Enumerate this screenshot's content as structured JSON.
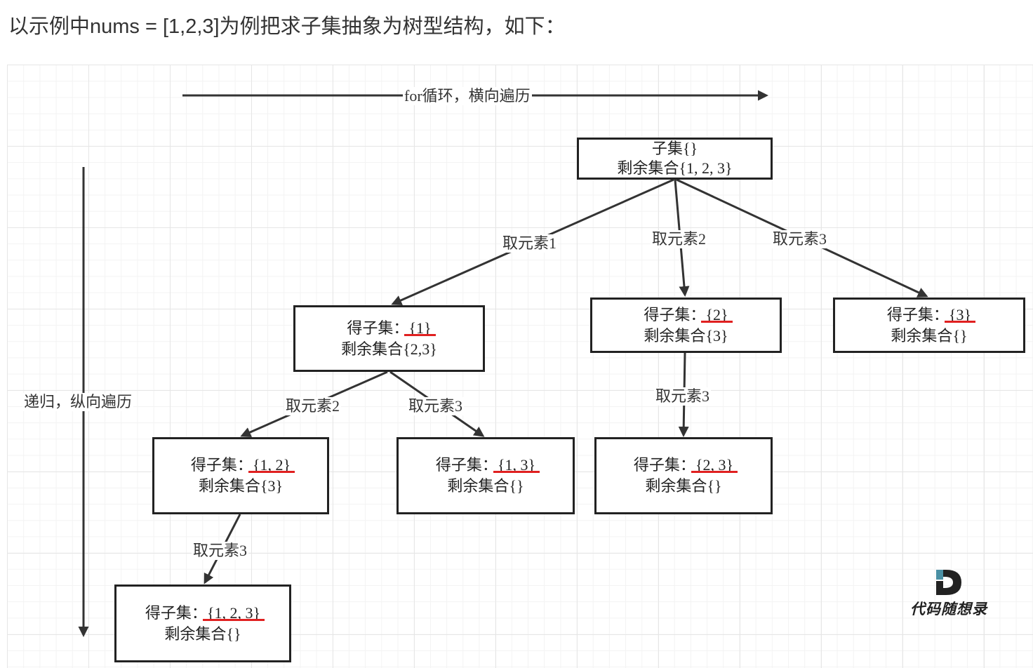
{
  "heading": "以示例中nums = [1,2,3]为例把求子集抽象为树型结构，如下：",
  "axes": {
    "horizontal_label": "for循环，横向遍历",
    "vertical_label": "递归，纵向遍历"
  },
  "nodes": {
    "root": {
      "subset_prefix": "子集",
      "subset_value": "{}",
      "rest_prefix": "剩余集合",
      "rest_value": "{1, 2, 3}"
    },
    "n1": {
      "subset_prefix": "得子集：",
      "subset_value": "{1}",
      "rest_prefix": "剩余集合",
      "rest_value": "{2,3}"
    },
    "n2": {
      "subset_prefix": "得子集：",
      "subset_value": "{2}",
      "rest_prefix": "剩余集合",
      "rest_value": "{3}"
    },
    "n3": {
      "subset_prefix": "得子集：",
      "subset_value": "{3}",
      "rest_prefix": "剩余集合",
      "rest_value": "{}"
    },
    "n12": {
      "subset_prefix": "得子集：",
      "subset_value": "{1, 2}",
      "rest_prefix": "剩余集合",
      "rest_value": "{3}"
    },
    "n13": {
      "subset_prefix": "得子集：",
      "subset_value": "{1, 3}",
      "rest_prefix": "剩余集合",
      "rest_value": "{}"
    },
    "n23": {
      "subset_prefix": "得子集：",
      "subset_value": "{2, 3}",
      "rest_prefix": "剩余集合",
      "rest_value": "{}"
    },
    "n123": {
      "subset_prefix": "得子集：",
      "subset_value": "{1, 2, 3}",
      "rest_prefix": "剩余集合",
      "rest_value": "{}"
    }
  },
  "edges": {
    "root_n1": "取元素1",
    "root_n2": "取元素2",
    "root_n3": "取元素3",
    "n1_n12": "取元素2",
    "n1_n13": "取元素3",
    "n2_n23": "取元素3",
    "n12_n123": "取元素3"
  },
  "logo": {
    "text": "代码随想录"
  },
  "colors": {
    "highlight": "#e02020",
    "line": "#333333",
    "logo_accent": "#4a90a4"
  }
}
